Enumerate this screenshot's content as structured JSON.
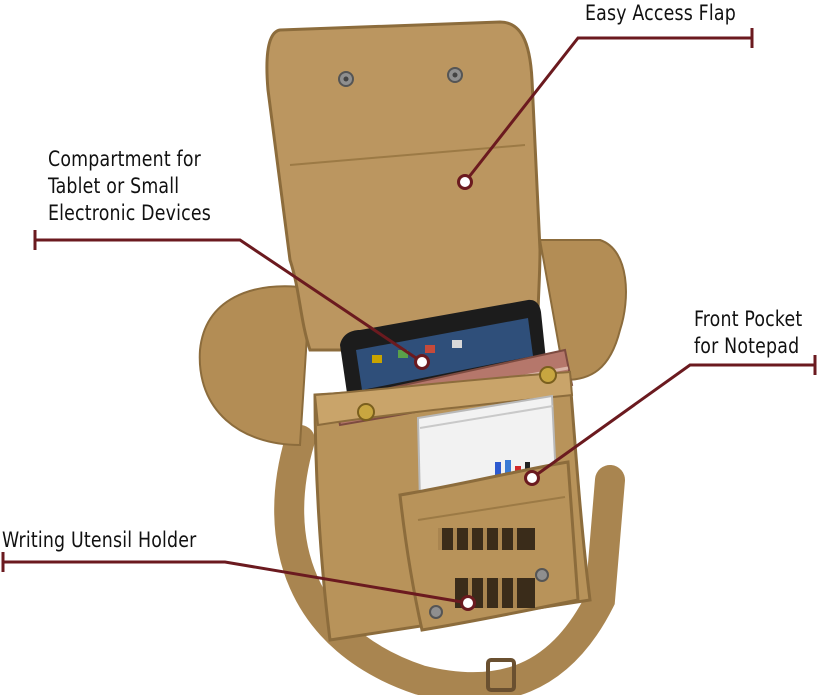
{
  "callouts": {
    "flap": {
      "label": "Easy Access Flap"
    },
    "compartment": {
      "lines": [
        "Compartment for",
        "Tablet or Small",
        "Electronic Devices"
      ]
    },
    "front_pocket": {
      "lines": [
        "Front Pocket",
        "for Notepad"
      ]
    },
    "utensil_holder": {
      "label": "Writing Utensil Holder"
    }
  },
  "colors": {
    "callout_line": "#6b1a1f",
    "canvas": "#b8935a",
    "canvas_dark": "#9c7a45",
    "canvas_light": "#c9a46a",
    "strap": "#a98550",
    "tablet": "#1c1c1c",
    "notepad": "#f2f2f2",
    "book": "#b5776b",
    "text": "#111111"
  },
  "icons": [
    "snap-button-icon",
    "callout-dot-icon"
  ]
}
